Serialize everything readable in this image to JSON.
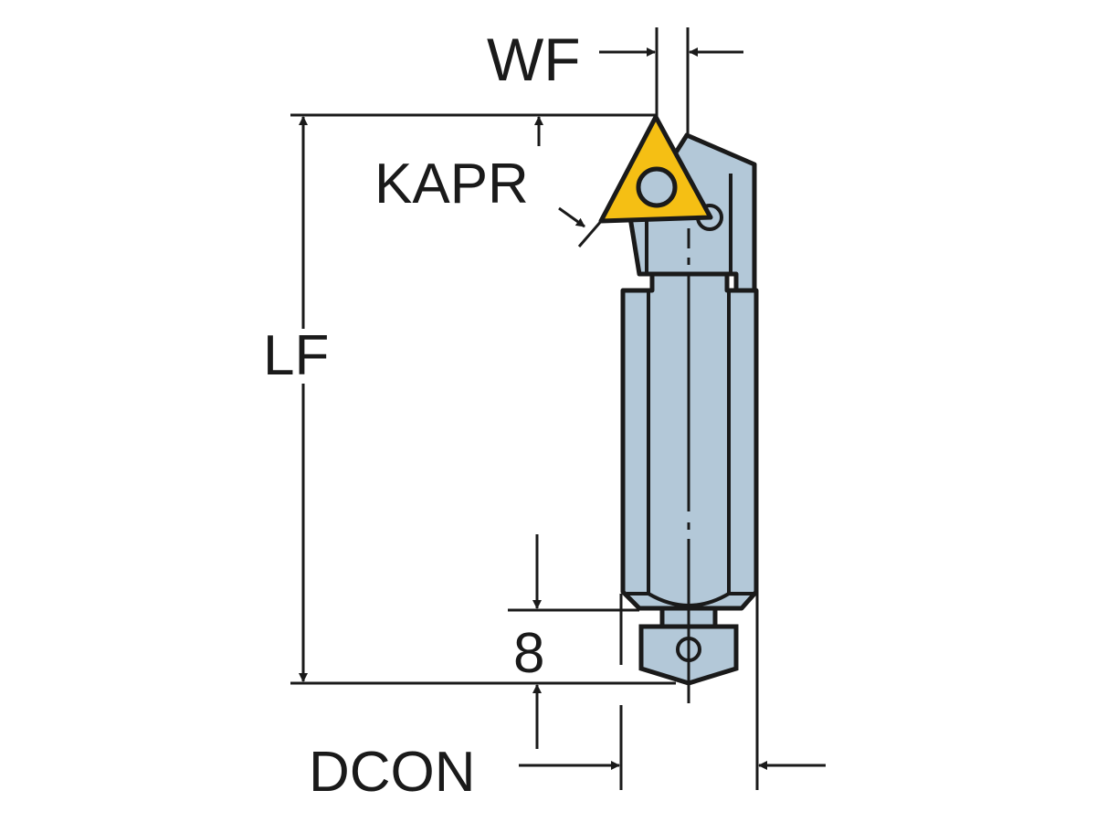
{
  "diagram": {
    "type": "boring bar tool dimension drawing",
    "labels": {
      "wf": "WF",
      "kapr": "KAPR",
      "lf": "LF",
      "min_length": "8",
      "dcon": "DCON"
    },
    "colors": {
      "insert": "#f5bf14",
      "body": "#b3c8d8",
      "line": "#1a1a1a",
      "background": "#ffffff"
    }
  }
}
